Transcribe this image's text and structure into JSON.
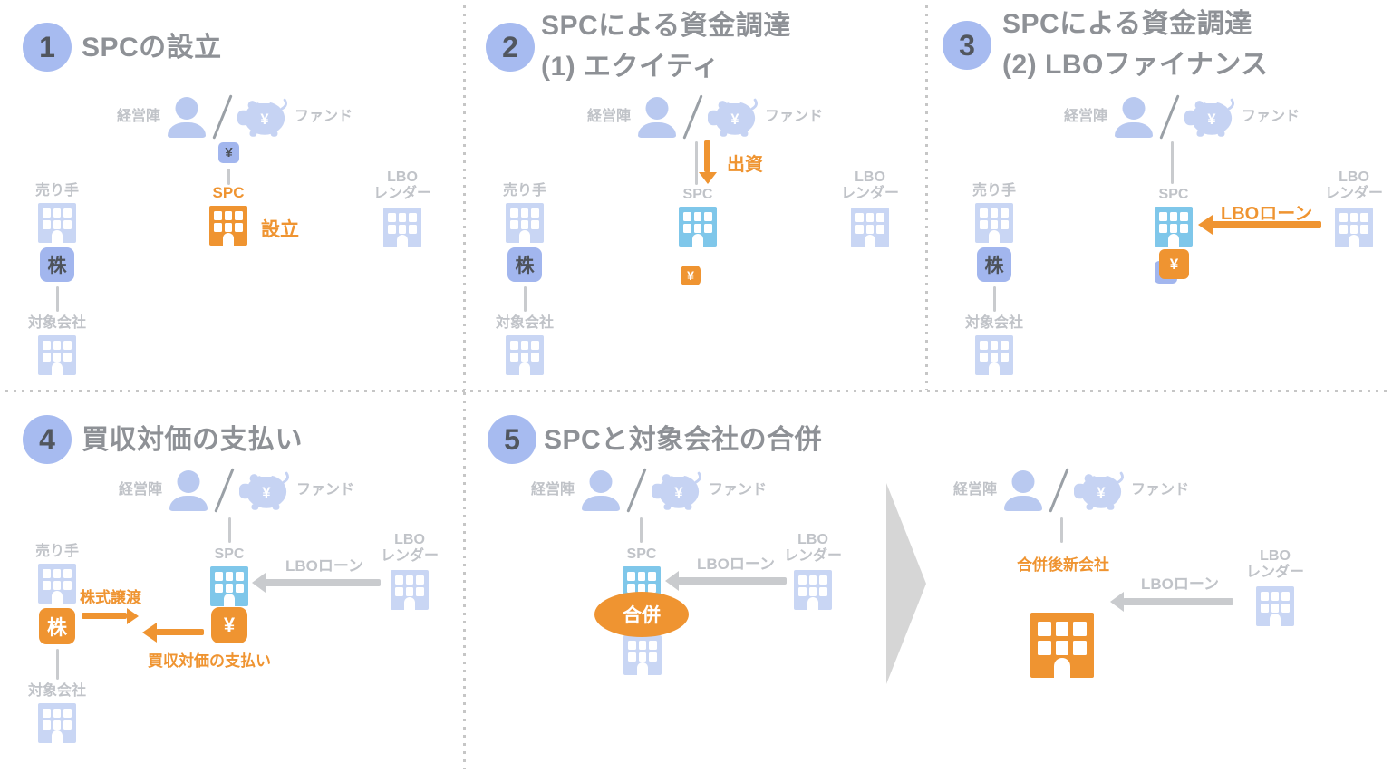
{
  "colors": {
    "accent_orange": "#ef9431",
    "sky_blue": "#7fc7ea",
    "pale_blue": "#c9d6f4",
    "periwinkle": "#a2b6ee",
    "badge_blue": "#a7bbf0",
    "title_gray": "#8e9196",
    "label_gray": "#c0c3c8",
    "arrow_gray": "#c9cbce"
  },
  "shared": {
    "management": "経営陣",
    "fund": "ファンド",
    "seller": "売り手",
    "stock": "株",
    "target_company": "対象会社",
    "spc": "SPC",
    "lbo_line1": "LBO",
    "lbo_line2": "レンダー",
    "yen": "¥",
    "lbo_loan": "LBOローン"
  },
  "panels": [
    {
      "number": "1",
      "title": "SPCの設立",
      "annotation": "設立"
    },
    {
      "number": "2",
      "title_line1": "SPCによる資金調達",
      "title_line2": "(1) エクイティ",
      "equity_label": "出資"
    },
    {
      "number": "3",
      "title_line1": "SPCによる資金調達",
      "title_line2": "(2) LBOファイナンス",
      "loan_label": "LBOローン"
    },
    {
      "number": "4",
      "title": "買収対価の支払い",
      "stock_transfer": "株式譲渡",
      "payment": "買収対価の支払い",
      "loan_label": "LBOローン"
    },
    {
      "number": "5",
      "title": "SPCと対象会社の合併",
      "merger": "合併",
      "new_company": "合併後新会社",
      "loan_label": "LBOローン"
    }
  ]
}
